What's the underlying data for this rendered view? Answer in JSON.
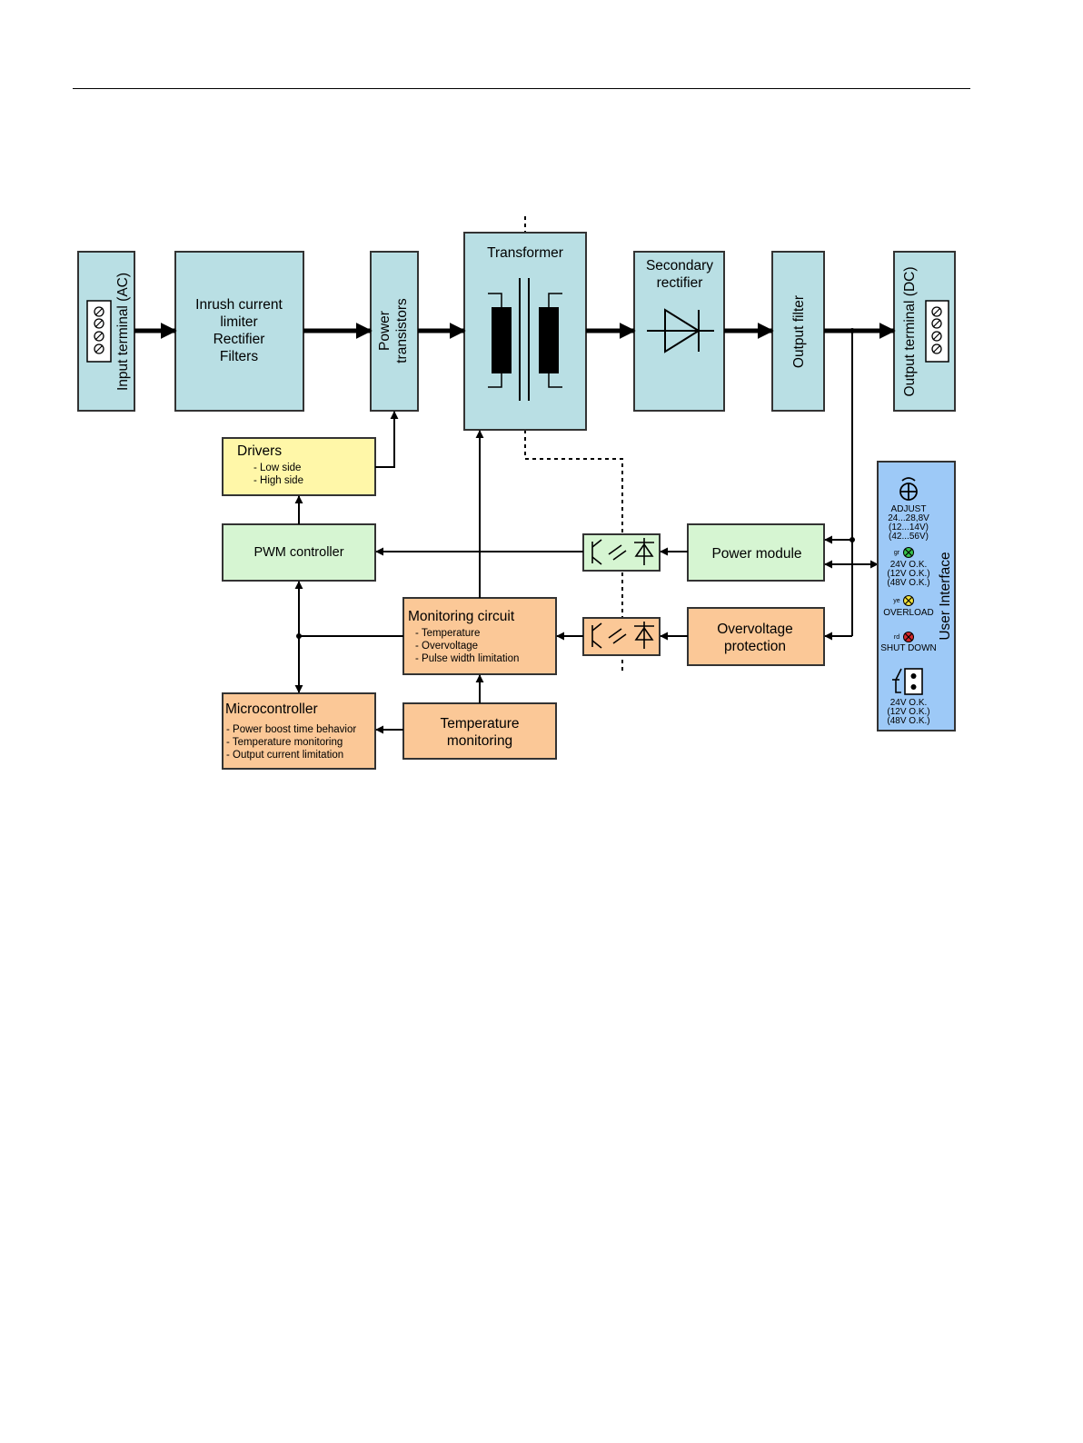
{
  "blocks": {
    "input_terminal": "Input terminal (AC)",
    "inrush": [
      "Inrush current",
      "limiter",
      "Rectifier",
      "Filters"
    ],
    "power_transistors": [
      "Power",
      "transistors"
    ],
    "transformer": "Transformer",
    "secondary_rectifier": [
      "Secondary",
      "rectifier"
    ],
    "output_filter": "Output filter",
    "output_terminal": "Output terminal (DC)",
    "drivers": {
      "title": "Drivers",
      "items": [
        "- Low side",
        "- High side"
      ]
    },
    "pwm_controller": "PWM controller",
    "power_module": "Power module",
    "monitoring_circuit": {
      "title": "Monitoring circuit",
      "items": [
        "- Temperature",
        "- Overvoltage",
        "- Pulse width limitation"
      ]
    },
    "overvoltage_protection": [
      "Overvoltage",
      "protection"
    ],
    "microcontroller": {
      "title": "Microcontroller",
      "items": [
        "- Power boost time behavior",
        "- Temperature monitoring",
        "- Output current limitation"
      ]
    },
    "temperature_monitoring": [
      "Temperature",
      "monitoring"
    ]
  },
  "user_interface": {
    "title": "User Interface",
    "adjust": [
      "ADJUST",
      "24...28,8V",
      "(12...14V)",
      "(42...56V)"
    ],
    "led_green": {
      "tag": "gr",
      "lines": [
        "24V O.K.",
        "(12V O.K.)",
        "(48V O.K.)"
      ]
    },
    "led_yellow": {
      "tag": "ye",
      "lines": [
        "OVERLOAD"
      ]
    },
    "led_red": {
      "tag": "rd",
      "lines": [
        "SHUT DOWN"
      ]
    },
    "relay": [
      "24V O.K.",
      "(12V O.K.)",
      "(48V O.K.)"
    ]
  },
  "colors": {
    "power_path": "#b9dfe4",
    "drivers": "#fff7a8",
    "control": "#d6f5d2",
    "monitoring": "#fbc897",
    "user_interface": "#9dc9f7",
    "led_green": "#35c24a",
    "led_yellow": "#f2e23a",
    "led_red": "#d8282c"
  }
}
